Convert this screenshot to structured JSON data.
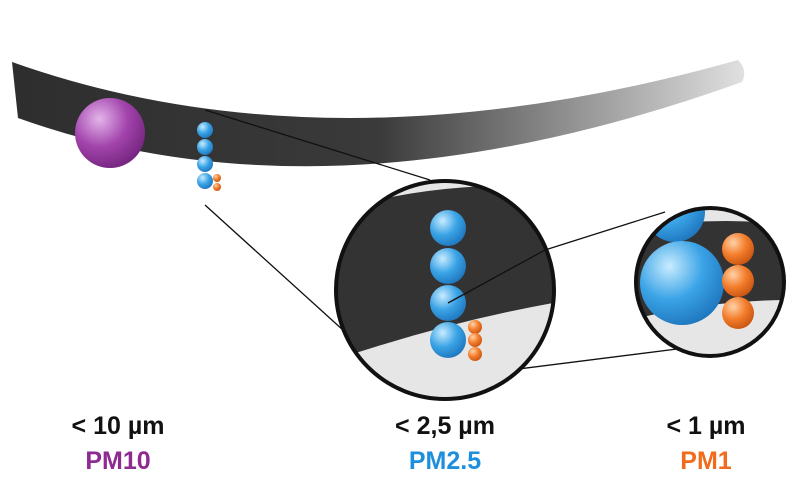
{
  "groups": [
    {
      "size": "< 10 µm",
      "name": "PM10",
      "color": "#8e2a92"
    },
    {
      "size": "< 2,5 µm",
      "name": "PM2.5",
      "color": "#1e8fdc"
    },
    {
      "size": "< 1 µm",
      "name": "PM1",
      "color": "#f26a1b"
    }
  ],
  "colors": {
    "hair_dark": "#2e2e2e",
    "hair_light": "#d8d8d8",
    "pm10": "#9b3aa6",
    "pm25": "#2f9ae0",
    "pm1": "#f07a2a"
  }
}
